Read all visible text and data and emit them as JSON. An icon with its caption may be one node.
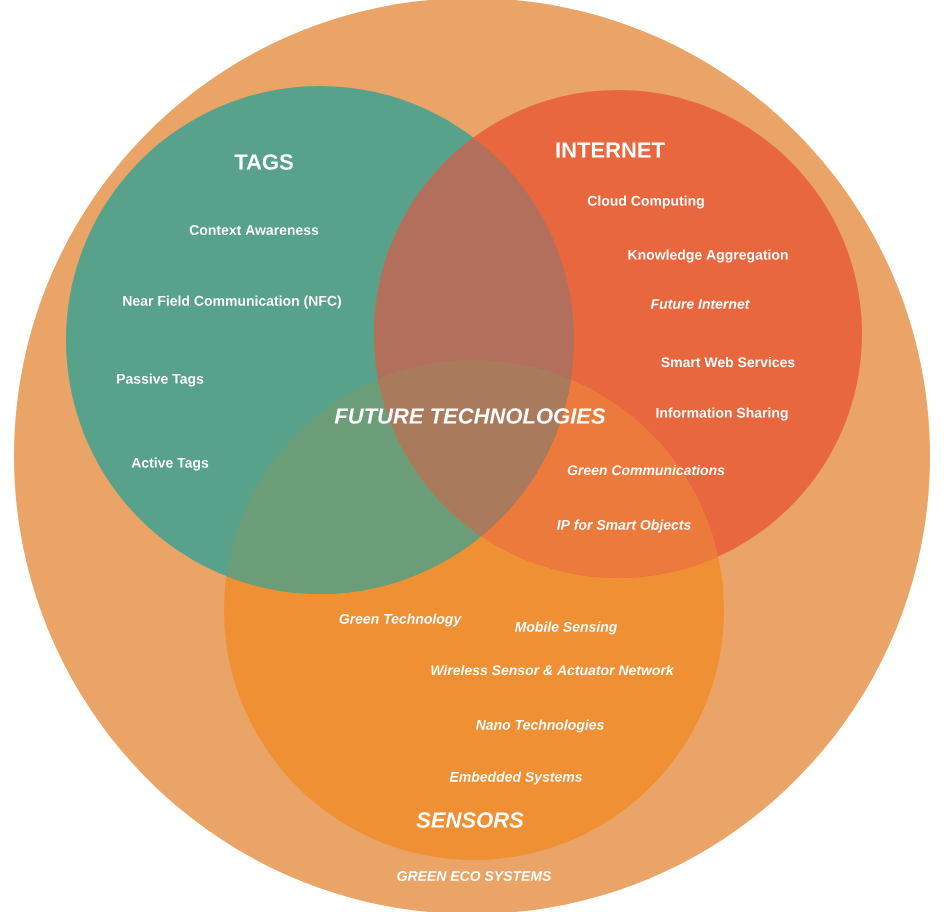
{
  "diagram": {
    "nodes": [
      {
        "text": [
          "GREEN ECO SYSTEMS"
        ]
      },
      {
        "text": [
          "TAGS",
          "Context Awareness",
          "Near Field Communication (NFC)",
          "Passive Tags",
          "Active Tags"
        ],
        "in": 0
      },
      {
        "text": [
          "INTERNET",
          "Cloud Computing",
          "Knowledge Aggregation",
          "Future Internet",
          "Smart Web Services",
          "Information Sharing",
          "Green Communications",
          "IP for Smart Objects"
        ],
        "in": 0
      },
      {
        "text": [
          "SENSORS",
          "Green Technology",
          "Mobile Sensing",
          "Wireless Sensor & Actuator Network",
          "Nano Technologies",
          "Embedded Systems"
        ],
        "in": 0
      }
    ],
    "labels": [
      "FUTURE TECHNOLOGIES"
    ]
  }
}
